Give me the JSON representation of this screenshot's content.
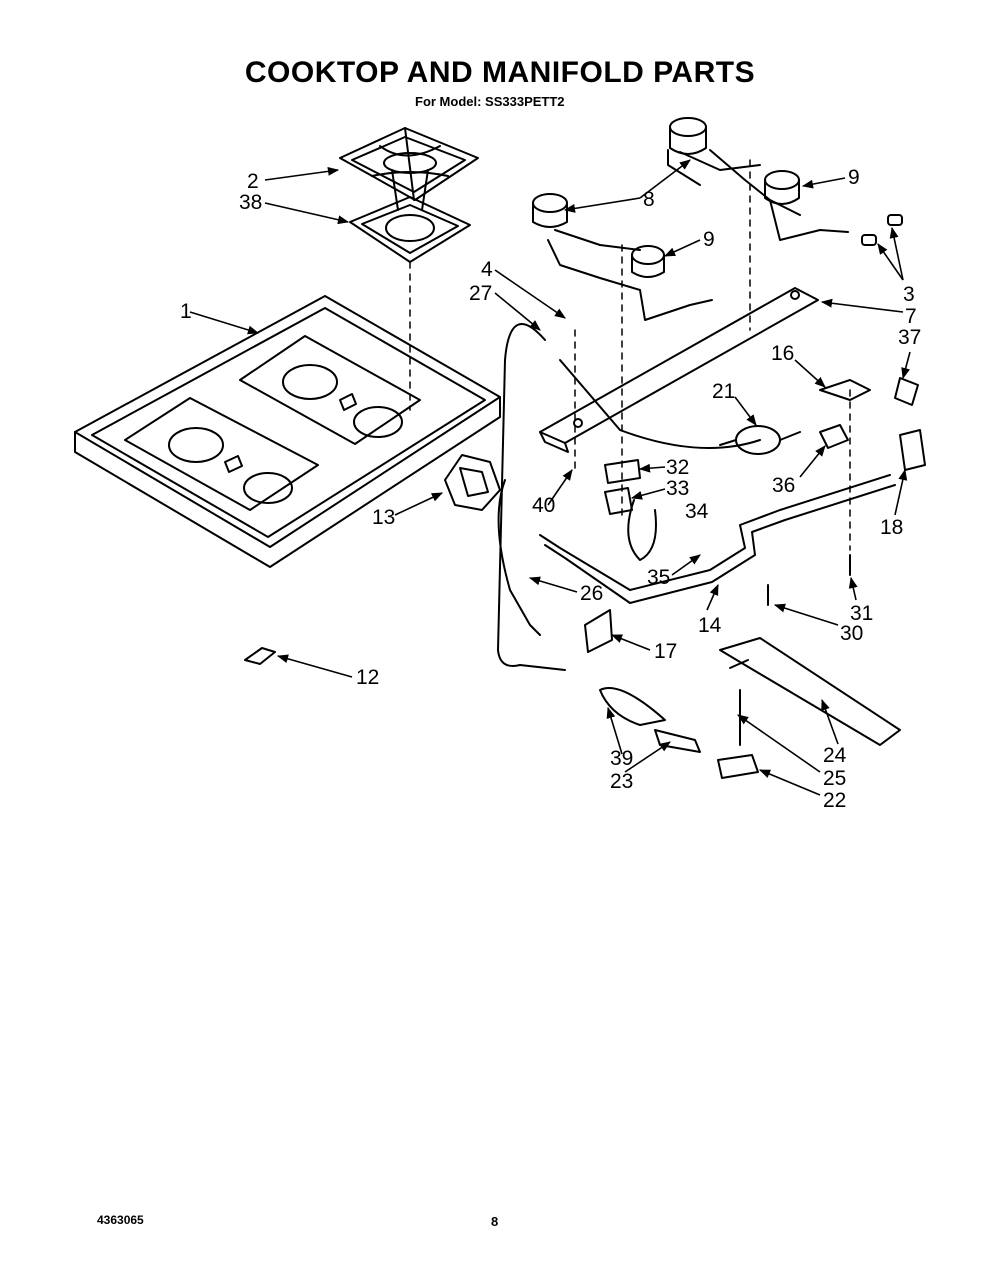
{
  "title": "COOKTOP AND MANIFOLD PARTS",
  "subtitle": "For Model: SS333PETT2",
  "callouts": [
    "2",
    "38",
    "1",
    "4",
    "27",
    "13",
    "40",
    "26",
    "17",
    "12",
    "39",
    "23",
    "8",
    "9",
    "9",
    "3",
    "7",
    "37",
    "16",
    "21",
    "32",
    "33",
    "34",
    "36",
    "18",
    "35",
    "14",
    "31",
    "30",
    "24",
    "25",
    "22"
  ],
  "footer": {
    "doc_number": "4363065",
    "page_number": "8"
  }
}
